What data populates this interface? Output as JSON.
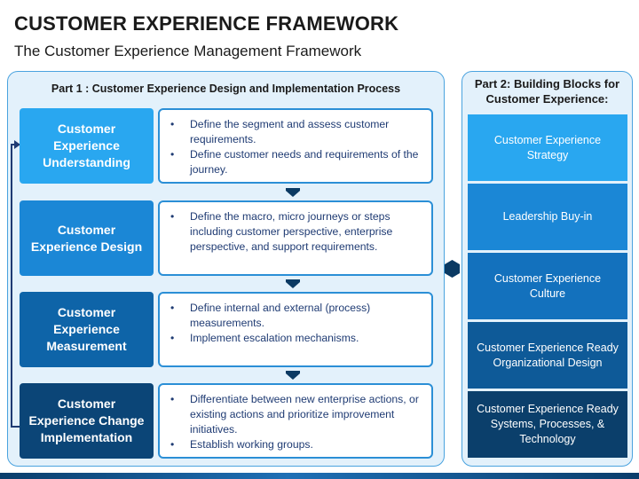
{
  "header": {
    "title": "CUSTOMER EXPERIENCE FRAMEWORK",
    "subtitle": "The Customer Experience Management Framework"
  },
  "part1": {
    "title": "Part 1 : Customer Experience Design and Implementation Process",
    "steps": [
      {
        "label": "Customer Experience Understanding",
        "color": "#29a7f0",
        "bullets": [
          "Define the segment and assess customer requirements.",
          "Define customer needs and requirements of the journey."
        ]
      },
      {
        "label": "Customer Experience Design",
        "color": "#1b87d6",
        "bullets": [
          "Define the macro, micro journeys or steps including customer perspective, enterprise perspective, and support requirements."
        ]
      },
      {
        "label": "Customer Experience Measurement",
        "color": "#0e64a8",
        "bullets": [
          "Define internal and external (process) measurements.",
          "Implement escalation mechanisms."
        ]
      },
      {
        "label": "Customer Experience Change Implementation",
        "color": "#0b4577",
        "bullets": [
          "Differentiate between new enterprise actions, or existing actions and prioritize improvement initiatives.",
          "Establish working groups."
        ]
      }
    ]
  },
  "part2": {
    "title": "Part 2: Building Blocks for Customer Experience:",
    "blocks": [
      {
        "label": "Customer Experience Strategy",
        "color": "#29a7f0"
      },
      {
        "label": "Leadership Buy-in",
        "color": "#1b87d6"
      },
      {
        "label": "Customer Experience Culture",
        "color": "#1371bd"
      },
      {
        "label": "Customer Experience Ready Organizational Design",
        "color": "#0e5a98"
      },
      {
        "label": "Customer Experience Ready Systems, Processes, & Technology",
        "color": "#0b3f6b"
      }
    ]
  },
  "icons": {
    "connector": "hexagon-icon",
    "flow": "down-arrow-icon",
    "loop": "loop-back-arrow-icon"
  }
}
